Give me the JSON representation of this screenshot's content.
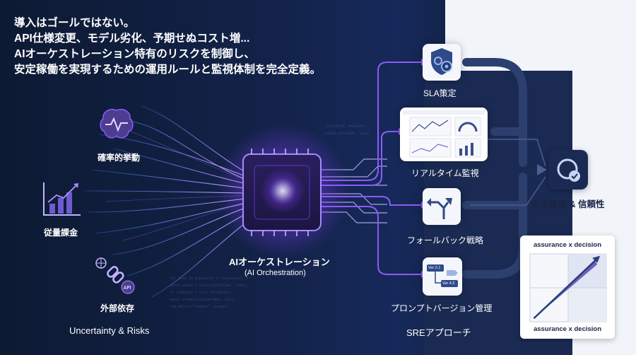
{
  "headline": {
    "line1": "導入はゴールではない。",
    "line2": "API仕様変更、モデル劣化、予期せぬコスト増...",
    "line3": "AIオーケストレーション特有のリスクを制御し、",
    "line4": "安定稼働を実現するための運用ルールと監視体制を完全定義。"
  },
  "risks": {
    "items": [
      {
        "label": "確率的挙動",
        "icon": "brain-icon"
      },
      {
        "label": "従量課金",
        "icon": "bar-chart-icon"
      },
      {
        "label": "外部依存",
        "icon": "api-link-icon"
      }
    ],
    "section_label": "Uncertainty & Risks"
  },
  "center": {
    "title": "AIオーケストレーション",
    "subtitle": "(AI Orchestration)"
  },
  "sre": {
    "items": [
      {
        "label": "SLA策定",
        "icon": "shield-gear-icon"
      },
      {
        "label": "リアルタイム監視",
        "icon": "dashboard-icon"
      },
      {
        "label": "フォールバック戦略",
        "icon": "fork-arrow-icon"
      },
      {
        "label": "プロンプトバージョン管理",
        "icon": "version-icon"
      }
    ],
    "section_label": "SREアプローチ",
    "version_tags": [
      "Ver 2.1",
      "Ver 4.2"
    ]
  },
  "outcome": {
    "label": "安定稼働 & 信頼性",
    "icon": "check-shield-icon"
  },
  "chart_data": {
    "type": "line",
    "title": "assurance x decision",
    "xlabel": "assurance x decision",
    "ylabel": "",
    "quadrants": 4,
    "series": [
      {
        "values": [
          [
            0.05,
            0.05
          ],
          [
            0.9,
            0.95
          ]
        ]
      }
    ]
  },
  "colors": {
    "accent": "#8b5cf6",
    "glow": "#c4b5fd",
    "navy": "#0d1a33",
    "panel": "#f1f4f9"
  }
}
